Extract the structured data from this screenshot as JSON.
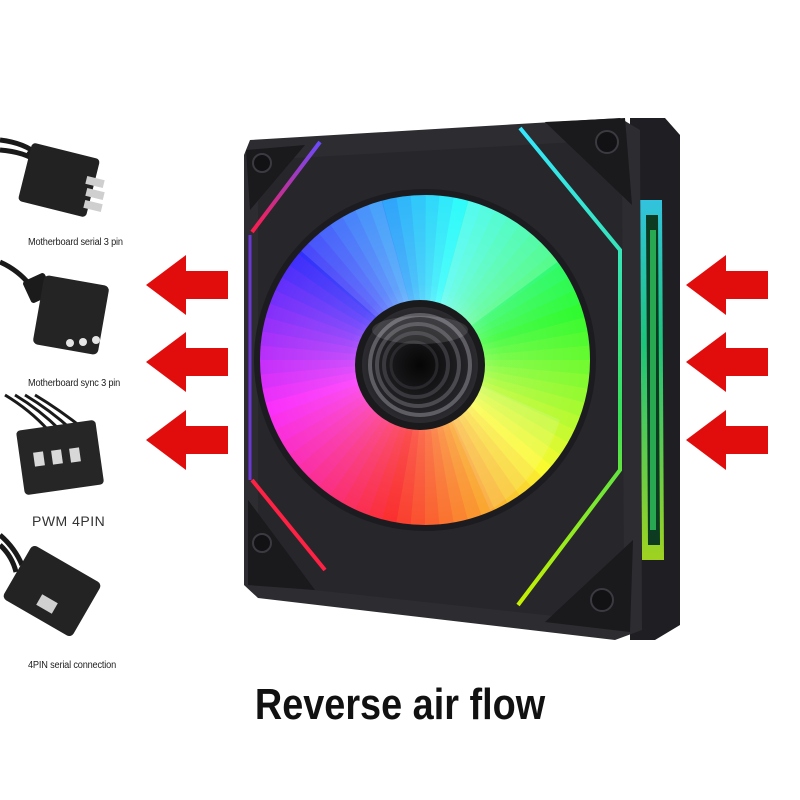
{
  "connectors": [
    {
      "label": "Motherboard serial 3 pin",
      "icon": "3pin-connector-icon"
    },
    {
      "label": "Motherboard sync 3 pin",
      "icon": "3pin-sync-connector-icon"
    },
    {
      "label": "PWM 4PIN",
      "icon": "4pin-pwm-connector-icon"
    },
    {
      "label": "4PIN serial connection",
      "icon": "4pin-serial-connector-icon"
    }
  ],
  "headline": "Reverse air flow",
  "colors": {
    "arrow": "#e10d0d",
    "frame": "#2a2a2e",
    "cable": "#1a1a1a"
  }
}
